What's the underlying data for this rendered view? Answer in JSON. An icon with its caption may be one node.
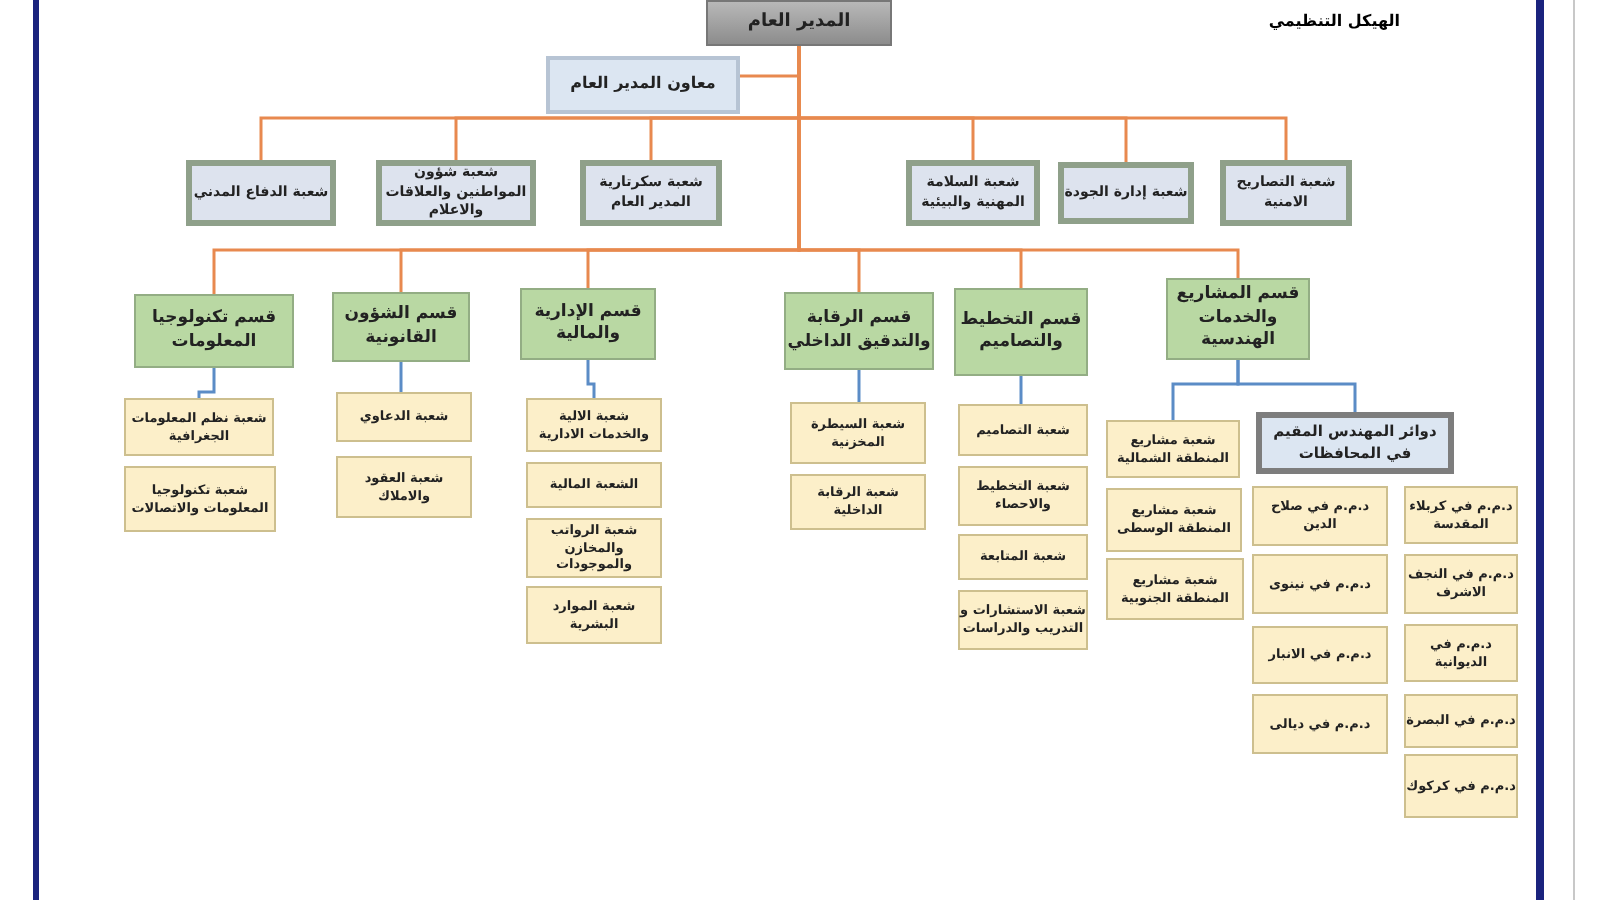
{
  "diagram": {
    "nodes": [
      {
        "text": [
          "المدير العام"
        ]
      },
      {
        "text": [
          "معاون المدير العام"
        ]
      },
      {
        "text": [
          "شعبة التصاريح الامنية"
        ]
      },
      {
        "text": [
          "شعبة إدارة الجودة"
        ]
      },
      {
        "text": [
          "شعبة السلامة المهنية والبيئية"
        ]
      },
      {
        "text": [
          "شعبة سكرتارية المدير العام"
        ]
      },
      {
        "text": [
          "شعبة شؤون المواطنين والعلاقات والاعلام"
        ]
      },
      {
        "text": [
          "شعبة الدفاع المدني"
        ]
      },
      {
        "text": [
          "قسم المشاريع والخدمات الهندسية"
        ]
      },
      {
        "text": [
          "قسم التخطيط والتصاميم"
        ]
      },
      {
        "text": [
          "قسم الرقابة والتدقيق الداخلي"
        ]
      },
      {
        "text": [
          "قسم الإدارية والمالية"
        ]
      },
      {
        "text": [
          "قسم الشؤون القانونية"
        ]
      },
      {
        "text": [
          "قسم تكنولوجيا المعلومات"
        ]
      },
      {
        "text": [
          "دوائر المهندس المقيم في المحافظات"
        ]
      },
      {
        "text": [
          "شعبة مشاريع المنطقة الشمالية"
        ]
      },
      {
        "text": [
          "شعبة مشاريع المنطقة الوسطى"
        ]
      },
      {
        "text": [
          "شعبة مشاريع المنطقة الجنوبية"
        ]
      },
      {
        "text": [
          "د.م.م في كربلاء المقدسة"
        ]
      },
      {
        "text": [
          "د.م.م في صلاح الدين"
        ]
      },
      {
        "text": [
          "د.م.م في النجف الاشرف"
        ]
      },
      {
        "text": [
          "د.م.م في نينوى"
        ]
      },
      {
        "text": [
          "د.م.م في الديوانية"
        ]
      },
      {
        "text": [
          "د.م.م في الانبار"
        ]
      },
      {
        "text": [
          "د.م.م في البصرة"
        ]
      },
      {
        "text": [
          "د.م.م في ديالى"
        ]
      },
      {
        "text": [
          "د.م.م في كركوك"
        ]
      },
      {
        "text": [
          "شعبة التصاميم"
        ]
      },
      {
        "text": [
          "شعبة التخطيط والاحصاء"
        ]
      },
      {
        "text": [
          "شعبة المتابعة"
        ]
      },
      {
        "text": [
          "شعبة الاستشارات و التدريب والدراسات"
        ]
      },
      {
        "text": [
          "شعبة السيطرة المخزنية"
        ]
      },
      {
        "text": [
          "شعبة الرقابة الداخلية"
        ]
      },
      {
        "text": [
          "شعبة الالية والخدمات الادارية"
        ]
      },
      {
        "text": [
          "الشعبة المالية"
        ]
      },
      {
        "text": [
          "شعبة الرواتب والمخازن والموجودات"
        ]
      },
      {
        "text": [
          "شعبة الموارد البشرية"
        ]
      },
      {
        "text": [
          "شعبة الدعاوي"
        ]
      },
      {
        "text": [
          "شعبة العقود والاملاك"
        ]
      },
      {
        "text": [
          "شعبة نظم المعلومات الجغرافية"
        ]
      },
      {
        "text": [
          "شعبة تكنولوجيا المعلومات والاتصالات"
        ]
      }
    ],
    "edges": [
      {
        "from": 0,
        "to": 1,
        "arrow": "none"
      },
      {
        "from": 0,
        "to": 2,
        "arrow": "none"
      },
      {
        "from": 0,
        "to": 3,
        "arrow": "none"
      },
      {
        "from": 0,
        "to": 4,
        "arrow": "none"
      },
      {
        "from": 0,
        "to": 5,
        "arrow": "none"
      },
      {
        "from": 0,
        "to": 6,
        "arrow": "none"
      },
      {
        "from": 0,
        "to": 7,
        "arrow": "none"
      },
      {
        "from": 0,
        "to": 8,
        "arrow": "none"
      },
      {
        "from": 0,
        "to": 9,
        "arrow": "none"
      },
      {
        "from": 0,
        "to": 10,
        "arrow": "none"
      },
      {
        "from": 0,
        "to": 11,
        "arrow": "none"
      },
      {
        "from": 0,
        "to": 12,
        "arrow": "none"
      },
      {
        "from": 0,
        "to": 13,
        "arrow": "none"
      },
      {
        "from": 8,
        "to": 15,
        "arrow": "none",
        "color": "#5b8cc6"
      },
      {
        "from": 8,
        "to": 14,
        "arrow": "none",
        "color": "#5b8cc6"
      },
      {
        "from": 9,
        "to": 27,
        "arrow": "none",
        "color": "#5b8cc6"
      },
      {
        "from": 10,
        "to": 31,
        "arrow": "none",
        "color": "#5b8cc6"
      },
      {
        "from": 11,
        "to": 33,
        "arrow": "none",
        "color": "#5b8cc6"
      },
      {
        "from": 12,
        "to": 37,
        "arrow": "none",
        "color": "#5b8cc6"
      },
      {
        "from": 13,
        "to": 39,
        "arrow": "none",
        "color": "#5b8cc6"
      }
    ],
    "labels": [
      "الهيكل التنظيمي"
    ]
  }
}
